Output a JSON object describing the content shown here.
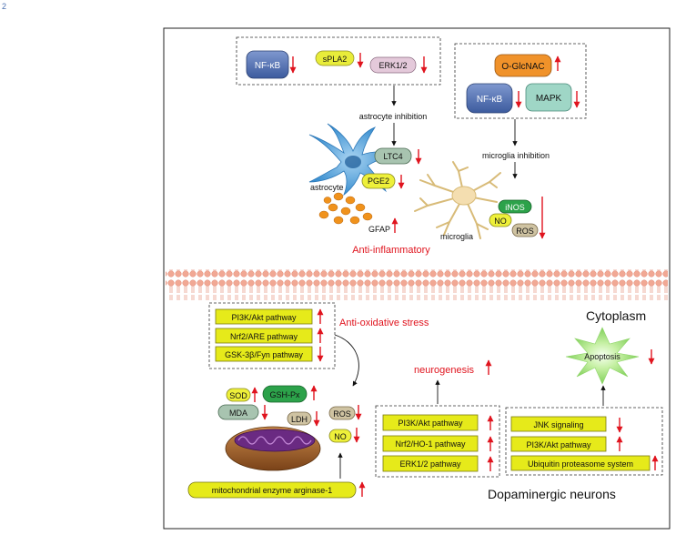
{
  "corner_mark": "2",
  "top_left_box": {
    "items": [
      {
        "label": "NF-κB",
        "arrow": "down"
      },
      {
        "label": "sPLA2",
        "arrow": "down"
      },
      {
        "label": "ERK1/2",
        "arrow": "down"
      }
    ]
  },
  "top_right_box": {
    "items": [
      {
        "label": "O-GlcNAC",
        "arrow": "up"
      },
      {
        "label": "NF-κB",
        "arrow": "down"
      },
      {
        "label": "MAPK",
        "arrow": "down"
      }
    ]
  },
  "astrocyte_inhibition_label": "astrocyte inhibition",
  "microglia_inhibition_label": "microglia inhibition",
  "astrocyte_label": "astrocyte",
  "microglia_label": "microglia",
  "astro_markers": [
    {
      "label": "LTC4",
      "arrow": "down"
    },
    {
      "label": "PGE2",
      "arrow": "down"
    }
  ],
  "gfap": {
    "label": "GFAP",
    "arrow": "up"
  },
  "microglia_markers": {
    "items": [
      "iNOS",
      "NO",
      "ROS"
    ],
    "arrow": "down"
  },
  "anti_inflammatory_label": "Anti-inflammatory",
  "oxidative_box": {
    "items": [
      {
        "label": "PI3K/Akt pathway",
        "arrow": "up"
      },
      {
        "label": "Nrf2/ARE pathway",
        "arrow": "up"
      },
      {
        "label": "GSK-3β/Fyn pathway",
        "arrow": "down"
      }
    ]
  },
  "anti_oxidative_label": "Anti-oxidative stress",
  "mito_markers": {
    "sod": {
      "label": "SOD",
      "arrow": "up"
    },
    "gsh": {
      "label": "GSH-Px",
      "arrow": "up"
    },
    "mda": {
      "label": "MDA",
      "arrow": "down"
    },
    "ldh": {
      "label": "LDH",
      "arrow": "down"
    },
    "ros": {
      "label": "ROS",
      "arrow": "down"
    },
    "no": {
      "label": "NO",
      "arrow": "down"
    }
  },
  "arginase": {
    "label": "mitochondrial enzyme arginase-1",
    "arrow": "up"
  },
  "neurogenesis": {
    "label": "neurogenesis",
    "arrow": "up"
  },
  "neuro_box": {
    "items": [
      {
        "label": "PI3K/Akt pathway",
        "arrow": "up"
      },
      {
        "label": "Nrf2/HO-1 pathway",
        "arrow": "up"
      },
      {
        "label": "ERK1/2 pathway",
        "arrow": "up"
      }
    ]
  },
  "cytoplasm_label": "Cytoplasm",
  "apoptosis": {
    "label": "Apoptosis",
    "arrow": "down"
  },
  "apop_box": {
    "items": [
      {
        "label": "JNK signaling",
        "arrow": "down"
      },
      {
        "label": "PI3K/Akt pathway",
        "arrow": "up"
      },
      {
        "label": "Ubiquitin proteasome system",
        "arrow": "up"
      }
    ]
  },
  "dopaminergic_label": "Dopaminergic neurons",
  "colors": {
    "red_arrow": "#e0141e",
    "red_text": "#e0141e",
    "yellow_box": "#e6ea1a",
    "box_border": "#7a7a10",
    "nfkb_fill": "#5573b5",
    "ogl_fill": "#f0922a",
    "mapk_fill": "#9fd6c6",
    "splA2_fill": "#e8ec3a",
    "erk_fill": "#e4c9da",
    "ltc4_fill": "#a8c4b0",
    "pge2_fill": "#eef03a",
    "gfap_dots": "#f0921c",
    "inos_fill": "#2ca24a",
    "ros_fill": "#cfc3a2",
    "membrane": "#f4b6a4",
    "astrocyte": "#5aa6dc",
    "microglia": "#f4deb0",
    "mito_outer": "#a86a34",
    "mito_inner": "#6a2a82",
    "apoptosis": "#9fe27a"
  }
}
